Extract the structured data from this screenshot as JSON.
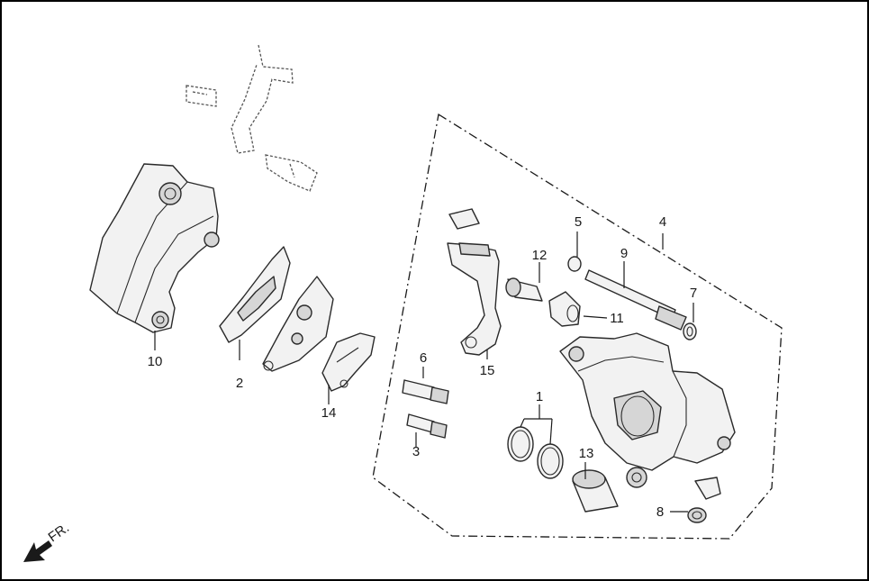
{
  "diagram": {
    "type": "exploded-parts-view",
    "callouts": [
      {
        "id": "c1",
        "label": "1"
      },
      {
        "id": "c2",
        "label": "2"
      },
      {
        "id": "c3",
        "label": "3"
      },
      {
        "id": "c4",
        "label": "4"
      },
      {
        "id": "c5",
        "label": "5"
      },
      {
        "id": "c6",
        "label": "6"
      },
      {
        "id": "c7",
        "label": "7"
      },
      {
        "id": "c8",
        "label": "8"
      },
      {
        "id": "c9",
        "label": "9"
      },
      {
        "id": "c10",
        "label": "10"
      },
      {
        "id": "c11",
        "label": "11"
      },
      {
        "id": "c12",
        "label": "12"
      },
      {
        "id": "c13",
        "label": "13"
      },
      {
        "id": "c14",
        "label": "14"
      },
      {
        "id": "c15",
        "label": "15"
      }
    ],
    "direction_marker": {
      "label": "FR."
    }
  },
  "colors": {
    "line": "#2a2a2a",
    "part_fill": "#f2f2f2",
    "shade": "#d6d6d6"
  }
}
